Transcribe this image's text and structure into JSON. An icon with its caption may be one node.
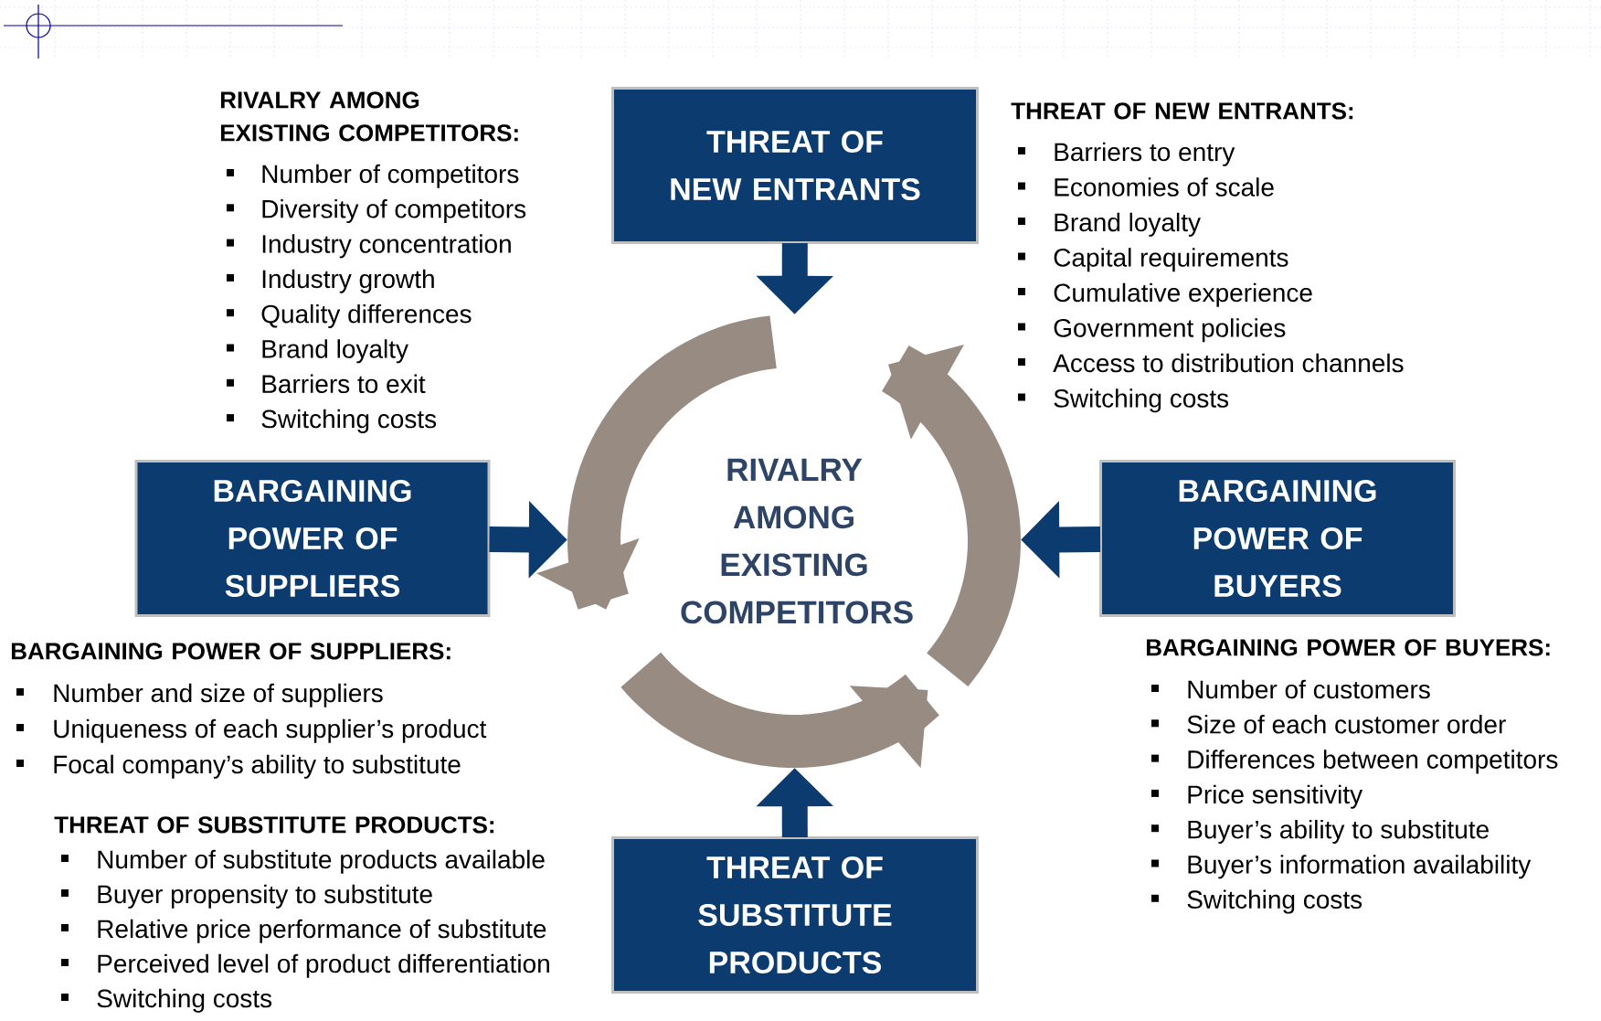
{
  "diagram": {
    "nodes": [
      {
        "text": [
          "RIVALRY AMONG EXISTING COMPETITORS"
        ]
      },
      {
        "text": [
          "THREAT OF NEW ENTRANTS"
        ]
      },
      {
        "text": [
          "BARGAINING POWER OF SUPPLIERS"
        ]
      },
      {
        "text": [
          "BARGAINING POWER OF BUYERS"
        ]
      },
      {
        "text": [
          "THREAT OF SUBSTITUTE PRODUCTS"
        ]
      }
    ],
    "edges": [
      {
        "from": 1,
        "to": 0,
        "arrow": "to"
      },
      {
        "from": 2,
        "to": 0,
        "arrow": "to"
      },
      {
        "from": 3,
        "to": 0,
        "arrow": "to"
      },
      {
        "from": 4,
        "to": 0,
        "arrow": "to"
      }
    ],
    "labels": [
      "RIVALRY AMONG EXISTING COMPETITORS:",
      "Number of competitors",
      "Diversity of competitors",
      "Industry concentration",
      "Industry growth",
      "Quality differences",
      "Brand loyalty",
      "Barriers to exit",
      "Switching costs",
      "THREAT OF NEW ENTRANTS:",
      "Barriers to entry",
      "Economies of scale",
      "Brand loyalty",
      "Capital requirements",
      "Cumulative experience",
      "Government policies",
      "Access to distribution channels",
      "Switching costs",
      "BARGAINING POWER OF SUPPLIERS:",
      "Number  and size of suppliers",
      "Uniqueness of each supplier’s product",
      "Focal company’s ability to substitute",
      "BARGAINING POWER OF BUYERS:",
      "Number of customers",
      "Size of each customer order",
      "Differences between competitors",
      "Price sensitivity",
      "Buyer’s ability to substitute",
      "Buyer’s information availability",
      "Switching costs",
      "THREAT OF SUBSTITUTE PRODUCTS:",
      "Number of substitute products available",
      "Buyer propensity to substitute",
      "Relative price performance of substitute",
      "Perceived level of product differentiation",
      "Switching costs"
    ]
  }
}
